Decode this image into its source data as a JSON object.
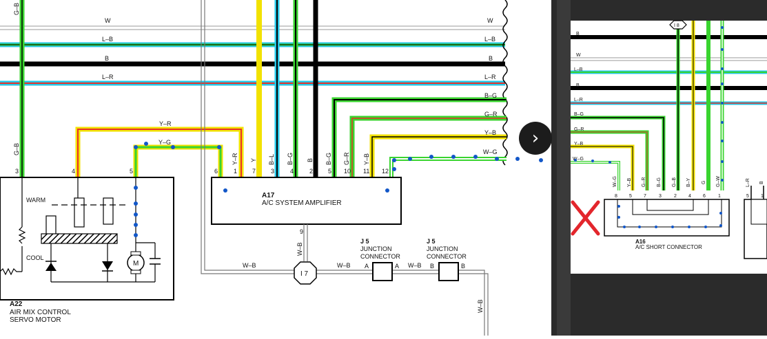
{
  "colors": {
    "wire_black": "#000000",
    "wire_green": "#39d42f",
    "wire_cyan": "#25c6e6",
    "wire_yellow": "#f2e200",
    "wire_red": "#e8312a",
    "wire_gray": "#9a9a9a",
    "marker_blue": "#1257c8",
    "reject_red": "#e3262c",
    "panel_dark": "#2b2b2b"
  },
  "diagram": {
    "left": {
      "header_wires": [
        "W",
        "L–B",
        "B",
        "L–R"
      ],
      "right_wires": [
        "B–G",
        "G–R",
        "Y–B",
        "W–G"
      ],
      "gb_labels": [
        "G–B",
        "G–B"
      ],
      "wire_yr": "Y–R",
      "wire_yg": "Y–G",
      "servo_pins": [
        "3",
        "4",
        "5"
      ],
      "amp_pins": [
        "6",
        "1",
        "7",
        "3",
        "4",
        "2",
        "5",
        "10",
        "11",
        "12"
      ],
      "amp_wires": [
        "Y–R",
        "Y",
        "B–L",
        "B–G",
        "B",
        "B–G",
        "G–R",
        "Y–B"
      ],
      "amplifier": {
        "code": "A17",
        "name": "A/C SYSTEM AMPLIFIER",
        "bottom_pin": "9",
        "bottom_wire": "W–B"
      },
      "servo": {
        "code": "A22",
        "line1": "AIR MIX CONTROL",
        "line2": "SERVO MOTOR",
        "warm": "WARM",
        "cool": "COOL",
        "motor": "M"
      },
      "ground_wires": [
        "W–B",
        "W–B",
        "W–B",
        "W–B"
      ],
      "splice": "I 7",
      "j5a": {
        "code": "J 5",
        "line1": "JUNCTION",
        "line2": "CONNECTOR",
        "left": "A",
        "right": "A"
      },
      "j5b": {
        "code": "J 5",
        "line1": "JUNCTION",
        "line2": "CONNECTOR",
        "left": "B",
        "right": "B"
      }
    },
    "right": {
      "wire_labels": [
        "B",
        "W",
        "L–B",
        "B",
        "L–R",
        "B–G",
        "G–R",
        "Y–B",
        "W–G"
      ],
      "top_connector": "I 8",
      "vertical_labels": [
        "W–G",
        "Y–B",
        "G–R",
        "B–G",
        "G–B",
        "B–Y",
        "G",
        "G–W",
        "L–R",
        "B"
      ],
      "pins": [
        "8",
        "5",
        "7",
        "3",
        "2",
        "4",
        "6",
        "1",
        "5",
        "1"
      ],
      "connector": {
        "code": "A16",
        "name": "A/C SHORT CONNECTOR"
      }
    }
  },
  "controls": {
    "next_icon": "›"
  }
}
